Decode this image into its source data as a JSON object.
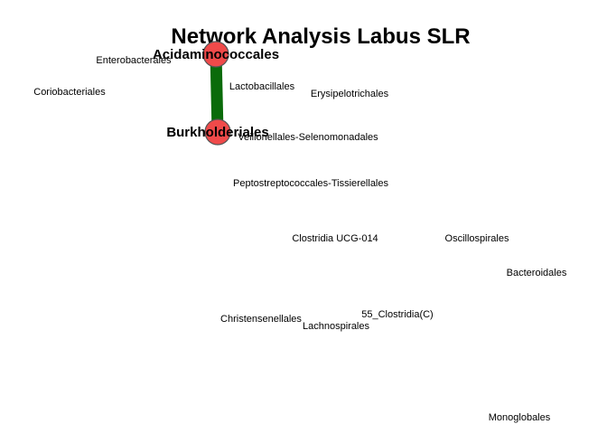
{
  "title": "Network Analysis Labus SLR",
  "colors": {
    "edge": "#0a6b0a",
    "node_fill": "#f04a4a",
    "node_stroke": "#555555",
    "text": "#000000"
  },
  "nodes": [
    {
      "id": "acidaminococcales",
      "label": "Acidaminococcales",
      "hub": true
    },
    {
      "id": "burkholderiales",
      "label": "Burkholderiales",
      "hub": true
    },
    {
      "id": "enterobacterales",
      "label": "Enterobacterales",
      "hub": false
    },
    {
      "id": "coriobacteriales",
      "label": "Coriobacteriales",
      "hub": false
    },
    {
      "id": "lactobacillales",
      "label": "Lactobacillales",
      "hub": false
    },
    {
      "id": "erysipelotrichales",
      "label": "Erysipelotrichales",
      "hub": false
    },
    {
      "id": "veillonellales-selenomonadales",
      "label": "Veillonellales-Selenomonadales",
      "hub": false
    },
    {
      "id": "peptostreptococcales-tissierellales",
      "label": "Peptostreptococcales-Tissierellales",
      "hub": false
    },
    {
      "id": "clostridia-ucg-014",
      "label": "Clostridia UCG-014",
      "hub": false
    },
    {
      "id": "oscillospirales",
      "label": "Oscillospirales",
      "hub": false
    },
    {
      "id": "bacteroidales",
      "label": "Bacteroidales",
      "hub": false
    },
    {
      "id": "55-clostridia-c",
      "label": "55_Clostridia(C)",
      "hub": false
    },
    {
      "id": "christensenellales",
      "label": "Christensenellales",
      "hub": false
    },
    {
      "id": "lachnospirales",
      "label": "Lachnospirales",
      "hub": false
    },
    {
      "id": "monoglobales",
      "label": "Monoglobales",
      "hub": false
    }
  ],
  "edges": [
    {
      "source": "acidaminococcales",
      "target": "burkholderiales"
    }
  ]
}
